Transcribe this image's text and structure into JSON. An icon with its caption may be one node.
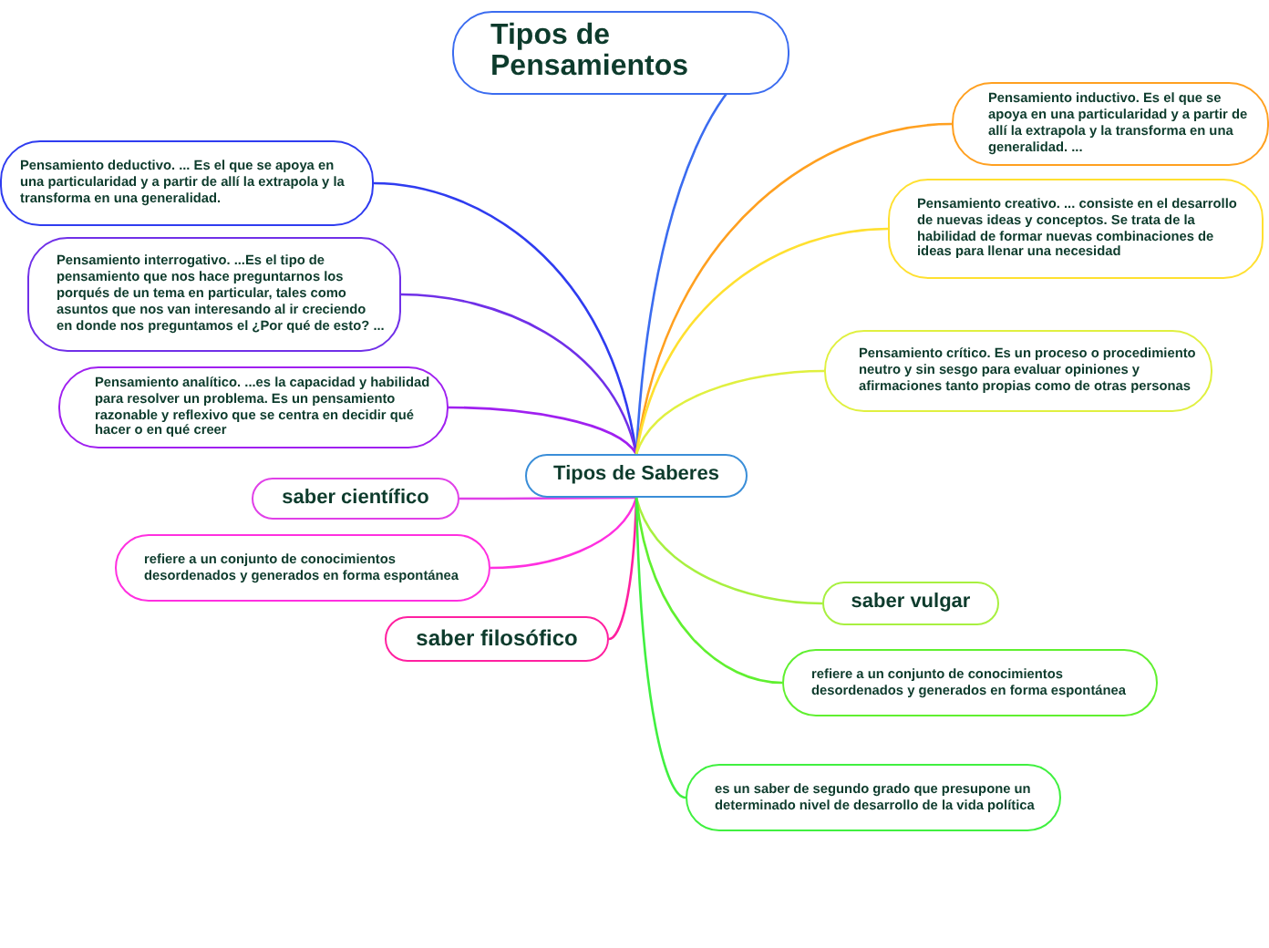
{
  "diagram": {
    "nodes": [
      {
        "text": [
          "Tipos de Saberes"
        ]
      },
      {
        "text": [
          "Tipos de Pensamientos"
        ]
      },
      {
        "text": [
          "Pensamiento deductivo. ... Es el que se apoya en una particularidad y a partir de allí la extrapola y la transforma en una generalidad."
        ]
      },
      {
        "text": [
          "Pensamiento interrogativo. ...Es el tipo de pensamiento que nos hace preguntarnos los porqués de un tema en particular, tales como asuntos que nos van interesando al ir creciendo en donde nos preguntamos el ¿Por qué de esto? ..."
        ]
      },
      {
        "text": [
          "Pensamiento analítico. ...es la capacidad y habilidad para resolver un problema. Es un pensamiento razonable y reflexivo que se centra en decidir qué hacer o en qué creer"
        ]
      },
      {
        "text": [
          "saber científico"
        ]
      },
      {
        "text": [
          "refiere a un conjunto de conocimientos desordenados y generados en forma espontánea"
        ]
      },
      {
        "text": [
          "saber filosófico"
        ]
      },
      {
        "text": [
          "Pensamiento inductivo. Es el que se apoya en una particularidad y a partir de allí la extrapola y la transforma en una generalidad. ..."
        ]
      },
      {
        "text": [
          "Pensamiento creativo. ... consiste en el desarrollo de nuevas ideas y conceptos. Se trata de la habilidad de formar nuevas combinaciones de ideas para llenar una necesidad"
        ]
      },
      {
        "text": [
          "Pensamiento crítico. Es un proceso o procedimiento neutro y sin sesgo para evaluar opiniones y afirmaciones tanto propias como de otras personas"
        ]
      },
      {
        "text": [
          "saber vulgar"
        ]
      },
      {
        "text": [
          "refiere a un conjunto de conocimientos desordenados y generados en forma espontánea"
        ]
      },
      {
        "text": [
          "es un saber de segundo grado que presupone un determinado nivel de desarrollo de la vida política"
        ]
      }
    ],
    "edges": [
      {
        "from": 0,
        "to": 1,
        "arrow": "none",
        "color": "#3b6cf0"
      },
      {
        "from": 0,
        "to": 2,
        "arrow": "none",
        "color": "#2f3cf0"
      },
      {
        "from": 0,
        "to": 3,
        "arrow": "none",
        "color": "#7030e8"
      },
      {
        "from": 0,
        "to": 4,
        "arrow": "none",
        "color": "#a020f0"
      },
      {
        "from": 0,
        "to": 5,
        "arrow": "none",
        "color": "#e040e8"
      },
      {
        "from": 0,
        "to": 6,
        "arrow": "none",
        "color": "#ff30e0"
      },
      {
        "from": 0,
        "to": 7,
        "arrow": "none",
        "color": "#ff20a0"
      },
      {
        "from": 0,
        "to": 8,
        "arrow": "none",
        "color": "#ffa020"
      },
      {
        "from": 0,
        "to": 9,
        "arrow": "none",
        "color": "#ffe030"
      },
      {
        "from": 0,
        "to": 10,
        "arrow": "none",
        "color": "#e0f040"
      },
      {
        "from": 0,
        "to": 11,
        "arrow": "none",
        "color": "#a8f040"
      },
      {
        "from": 0,
        "to": 12,
        "arrow": "none",
        "color": "#60f030"
      },
      {
        "from": 0,
        "to": 13,
        "arrow": "none",
        "color": "#40f040"
      }
    ]
  }
}
